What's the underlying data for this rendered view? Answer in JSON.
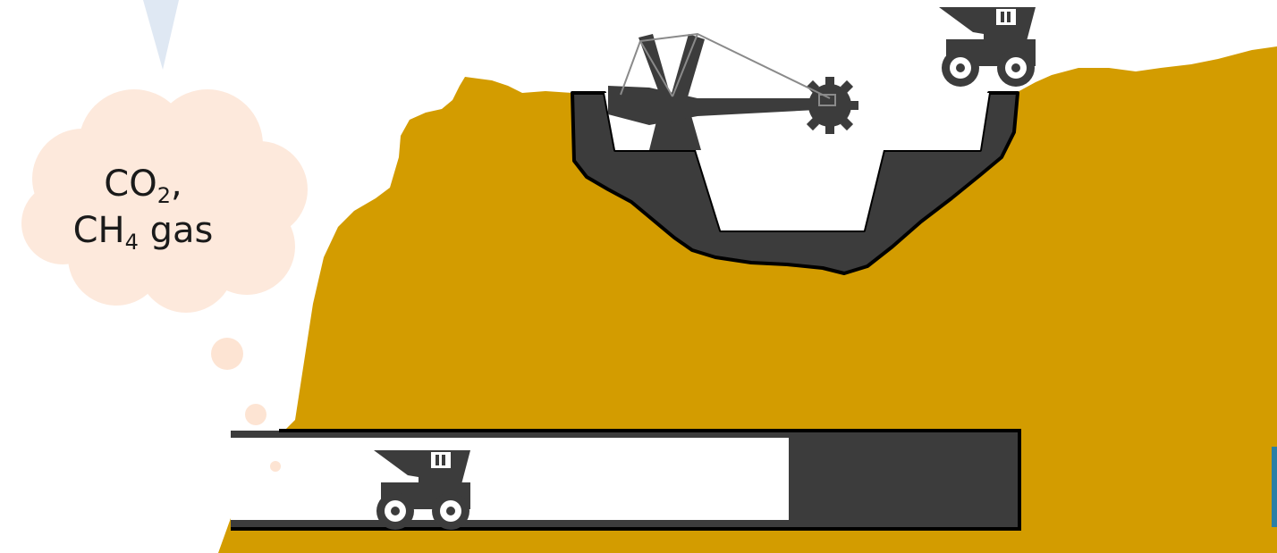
{
  "gas_cloud": {
    "line1_formula": "CO",
    "line1_subscript": "2",
    "line1_suffix": ",",
    "line2_formula": "CH",
    "line2_subscript": "4",
    "line2_suffix": " gas"
  },
  "colors": {
    "soil": "#d39c00",
    "coal": "#3c3c3c",
    "cloud": "#fde9dc",
    "arrow": "#dfe8f3",
    "bubble": "#fde4d3",
    "tunnel": "#ffffff",
    "accent_edge": "#2a7fa5"
  },
  "icons": {
    "excavator": "bucket-wheel-excavator-icon",
    "surface_truck": "dump-truck-icon",
    "tunnel_truck": "dump-truck-icon"
  }
}
